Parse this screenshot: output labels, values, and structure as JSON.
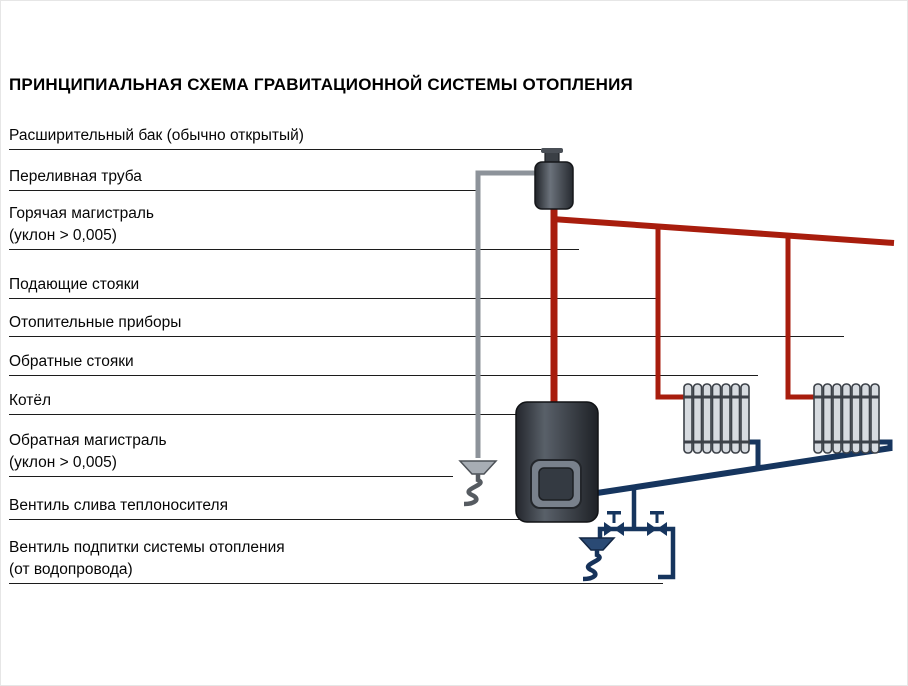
{
  "title": "ПРИНЦИПИАЛЬНАЯ СХЕМА ГРАВИТАЦИОННОЙ СИСТЕМЫ ОТОПЛЕНИЯ",
  "labels": [
    {
      "lines": [
        "Расширительный бак (обычно открытый)"
      ]
    },
    {
      "lines": [
        "Переливная труба"
      ]
    },
    {
      "lines": [
        "Горячая магистраль",
        "(уклон > 0,005)"
      ]
    },
    {
      "lines": [
        "Подающие стояки"
      ]
    },
    {
      "lines": [
        "Отопительные приборы"
      ]
    },
    {
      "lines": [
        "Обратные стояки"
      ]
    },
    {
      "lines": [
        "Котёл"
      ]
    },
    {
      "lines": [
        "Обратная магистраль",
        "(уклон > 0,005)"
      ]
    },
    {
      "lines": [
        "Вентиль слива теплоносителя"
      ]
    },
    {
      "lines": [
        "Вентиль подпитки системы отопления",
        "(от водопровода)"
      ]
    }
  ],
  "colors": {
    "supply": "#a81d0d",
    "return": "#16355e",
    "overflow": "#8d939a",
    "leader": "#1b1b1b",
    "text": "#000000"
  }
}
